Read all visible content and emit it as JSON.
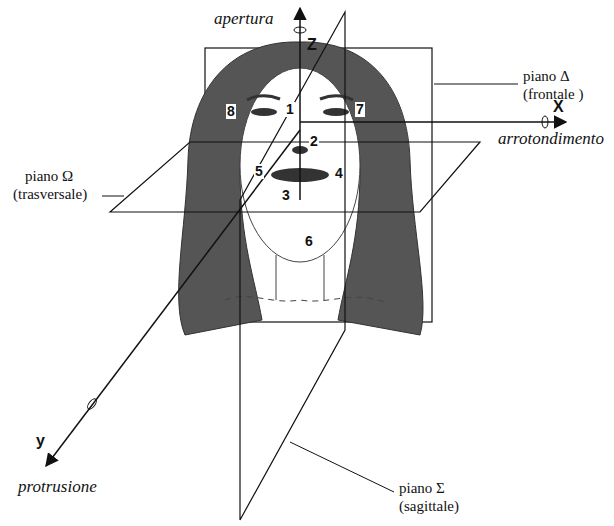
{
  "diagram": {
    "labels": [
      "apertura",
      "Z",
      "piano Δ",
      "(frontale )",
      "piano Ω",
      "(trasversale)",
      "8",
      "1",
      "7",
      "X",
      "arrotondimento",
      "2",
      "5",
      "4",
      "3",
      "6",
      "y",
      "protrusione",
      "piano Σ",
      "(sagittale)"
    ]
  }
}
